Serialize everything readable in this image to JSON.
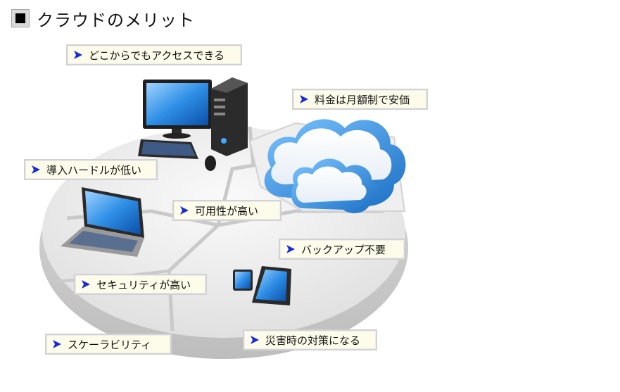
{
  "title": "クラウドのメリット",
  "labels": {
    "access": "どこからでもアクセスできる",
    "price": "料金は月額制で安価",
    "barrier": "導入ハードルが低い",
    "availability": "可用性が高い",
    "backup": "バックアップ不要",
    "security": "セキュリティが高い",
    "scalability": "スケーラビリティ",
    "disaster": "災害時の対策になる"
  },
  "colors": {
    "label_background": "#fdfbe9",
    "label_border": "#d2d2d2",
    "arrow": "#1b2bd9",
    "cloud_blue": "#2f8fd8",
    "platform": "#e7e7e7"
  }
}
